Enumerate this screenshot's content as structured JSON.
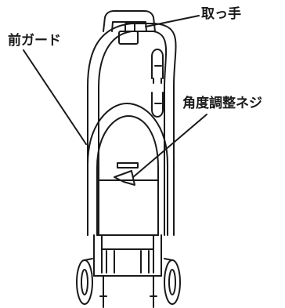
{
  "labels": {
    "handle": "取っ手",
    "front_guard": "前ガード",
    "angle_knob": "角度調整ネジ"
  }
}
